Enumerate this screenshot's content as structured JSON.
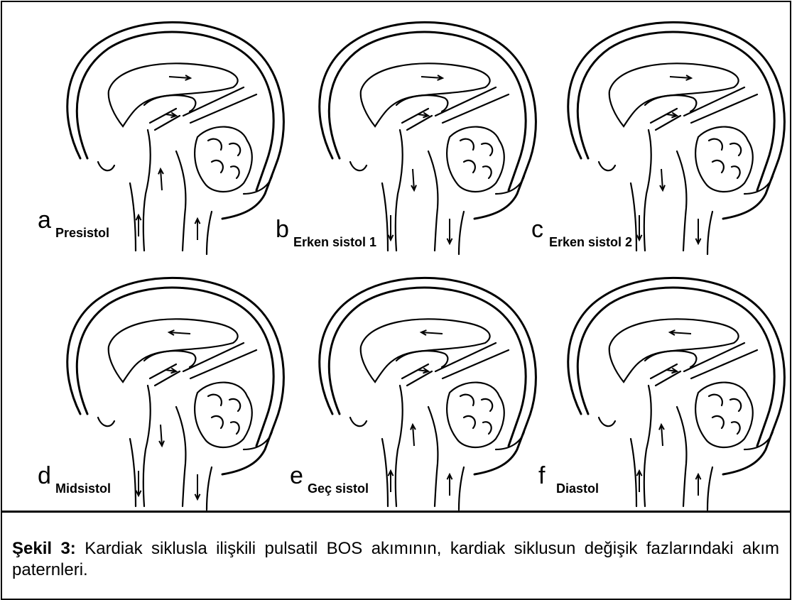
{
  "figure": {
    "panels": [
      {
        "letter": "a",
        "label": "Presistol",
        "flow": "up"
      },
      {
        "letter": "b",
        "label": "Erken sistol 1",
        "flow": "down"
      },
      {
        "letter": "c",
        "label": "Erken sistol 2",
        "flow": "down"
      },
      {
        "letter": "d",
        "label": "Midsistol",
        "flow": "down"
      },
      {
        "letter": "e",
        "label": "Geç sistol",
        "flow": "up"
      },
      {
        "letter": "f",
        "label": "Diastol",
        "flow": "up"
      }
    ]
  },
  "caption": {
    "label": "Şekil 3:",
    "text": " Kardiak  siklusla ilişkili pulsatil BOS akımının, kardiak siklusun değişik fazlarındaki akım paternleri."
  },
  "colors": {
    "ink": "#000000",
    "watermark": "#f1f1f1"
  }
}
